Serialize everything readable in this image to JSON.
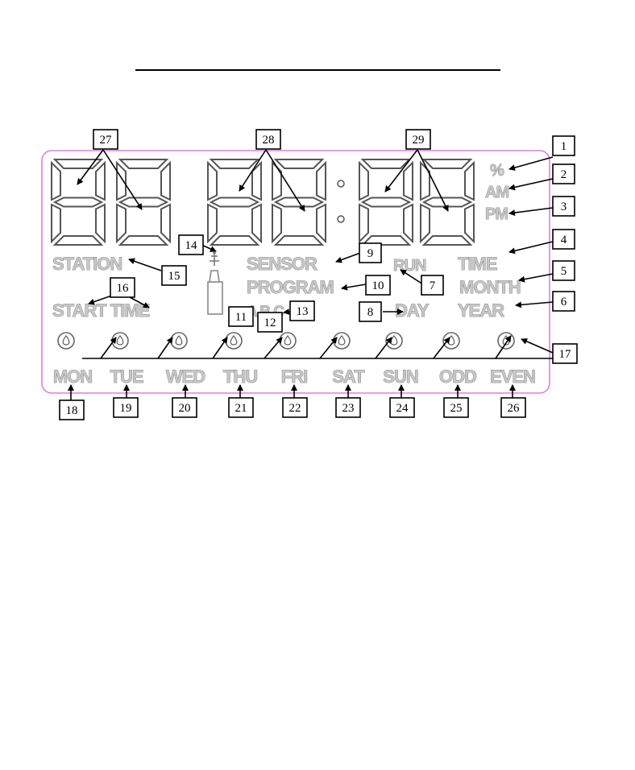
{
  "lcd": {
    "percent": "%",
    "am": "AM",
    "pm": "PM",
    "time": "TIME",
    "month": "MONTH",
    "year": "YEAR",
    "run": "RUN",
    "day": "DAY",
    "sensor": "SENSOR",
    "program": "PROGRAM",
    "abc": "A B C",
    "station": "STATION",
    "start_time": "START TIME",
    "days": [
      "MON",
      "TUE",
      "WED",
      "THU",
      "FRI",
      "SAT",
      "SUN",
      "ODD",
      "EVEN"
    ]
  },
  "callouts": [
    "1",
    "2",
    "3",
    "4",
    "5",
    "6",
    "7",
    "8",
    "9",
    "10",
    "11",
    "12",
    "13",
    "14",
    "15",
    "16",
    "17",
    "18",
    "19",
    "20",
    "21",
    "22",
    "23",
    "24",
    "25",
    "26",
    "27",
    "28",
    "29"
  ],
  "colors": {
    "frame_border": "#e07ee0",
    "label_fill": "#c6c6c6",
    "label_stroke": "#7a7a7a",
    "segment_stroke": "#555555"
  },
  "icons": {
    "day_indicator": "water-drop-icon",
    "sprinkler": "sprinkler-icon"
  }
}
